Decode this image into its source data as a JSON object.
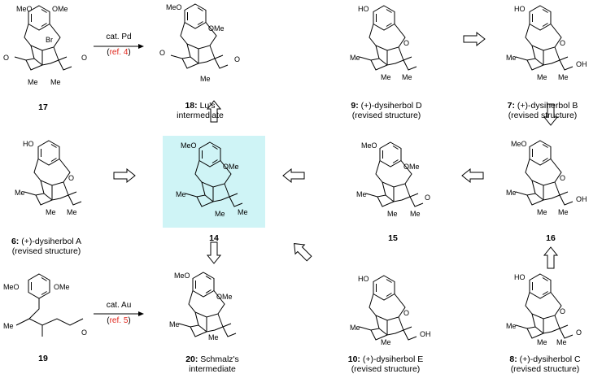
{
  "conditions": {
    "top": {
      "reagent": "cat. Pd",
      "ref": "ref. 4"
    },
    "bottom": {
      "reagent": "cat. Au",
      "ref": "ref. 5"
    }
  },
  "compounds": {
    "c17": {
      "number": "17"
    },
    "c18": {
      "number": "18:",
      "name": " Lu's",
      "desc": "intermediate"
    },
    "c9": {
      "number": "9:",
      "name": " (+)-dysiherbol D",
      "desc": "(revised structure)"
    },
    "c7": {
      "number": "7:",
      "name": " (+)-dysiherbol B",
      "desc": "(revised structure)"
    },
    "c6": {
      "number": "6:",
      "name": " (+)-dysiherbol A",
      "desc": "(revised structure)"
    },
    "c14": {
      "number": "14"
    },
    "c15": {
      "number": "15"
    },
    "c16": {
      "number": "16"
    },
    "c19": {
      "number": "19"
    },
    "c20": {
      "number": "20:",
      "name": " Schmalz's",
      "desc": "intermediate"
    },
    "c10": {
      "number": "10:",
      "name": " (+)-dysiherbol E",
      "desc": "(revised structure)"
    },
    "c8": {
      "number": "8:",
      "name": " (+)-dysiherbol C",
      "desc": "(revised structure)"
    }
  },
  "atom_labels": [
    "MeO",
    "OMe",
    "HO",
    "OH",
    "Me",
    "Br",
    "O"
  ],
  "colors": {
    "highlight": "#cff4f6",
    "reference": "#e0261b"
  }
}
